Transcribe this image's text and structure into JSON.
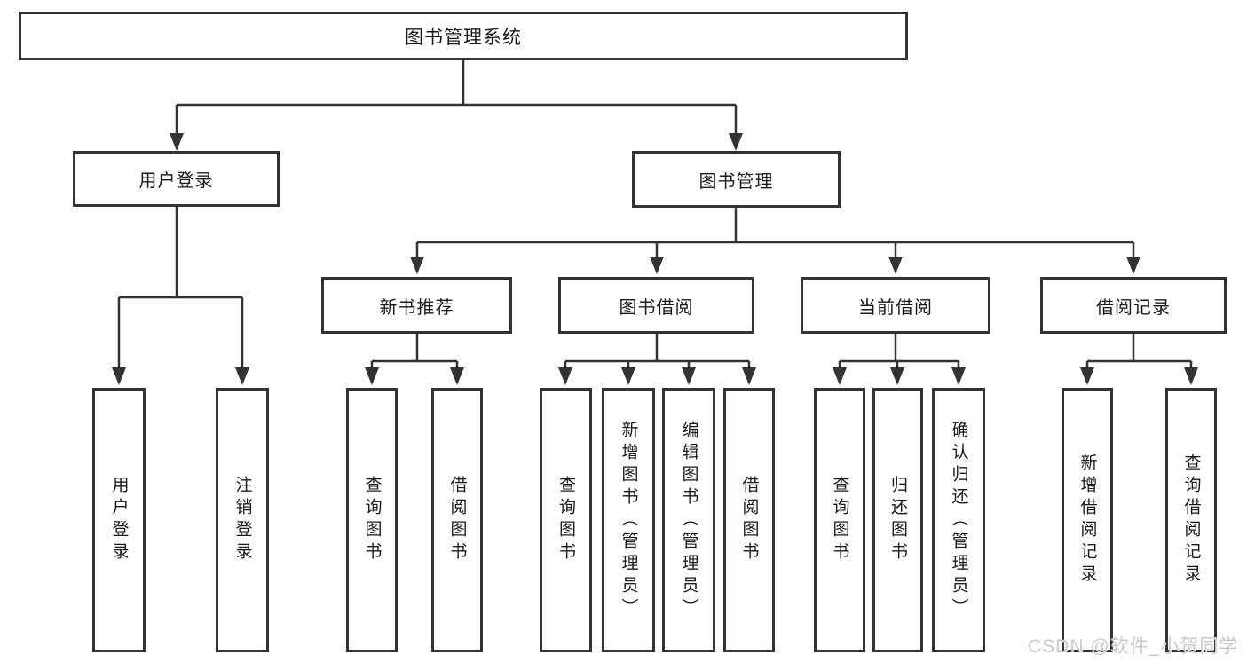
{
  "diagram": {
    "root": {
      "label": "图书管理系统"
    },
    "level2": [
      {
        "label": "用户登录"
      },
      {
        "label": "图书管理"
      }
    ],
    "level3": [
      {
        "label": "新书推荐"
      },
      {
        "label": "图书借阅"
      },
      {
        "label": "当前借阅"
      },
      {
        "label": "借阅记录"
      }
    ],
    "leaves": [
      {
        "label": "用户登录"
      },
      {
        "label": "注销登录"
      },
      {
        "label": "查询图书"
      },
      {
        "label": "借阅图书"
      },
      {
        "label": "查询图书"
      },
      {
        "label": "新增图书（管理员）"
      },
      {
        "label": "编辑图书（管理员）"
      },
      {
        "label": "借阅图书"
      },
      {
        "label": "查询图书"
      },
      {
        "label": "归还图书"
      },
      {
        "label": "确认归还（管理员）"
      },
      {
        "label": "新增借阅记录"
      },
      {
        "label": "查询借阅记录"
      }
    ],
    "watermark": "CSDN @软件_小贺同学",
    "colors": {
      "line": "#333333",
      "text": "#1a1a1a",
      "watermark": "#c9c9c9"
    }
  }
}
